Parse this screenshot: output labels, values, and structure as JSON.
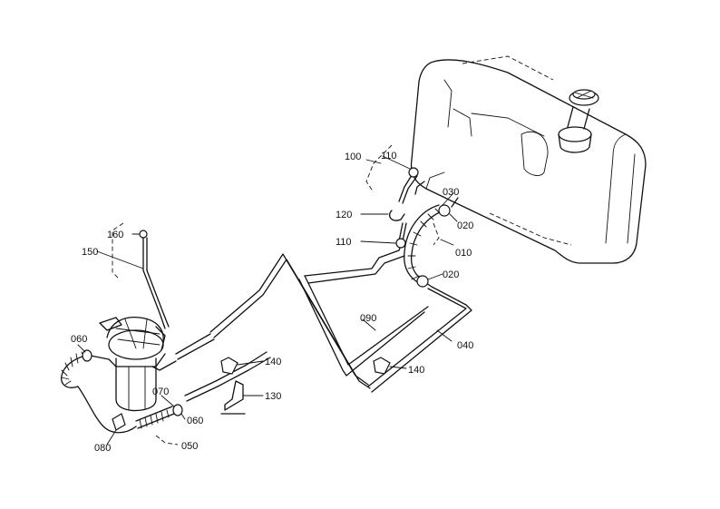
{
  "callouts": {
    "c010": "010",
    "c020a": "020",
    "c020b": "020",
    "c030": "030",
    "c040": "040",
    "c050": "050",
    "c060a": "060",
    "c060b": "060",
    "c070": "070",
    "c080": "080",
    "c090": "090",
    "c100": "100",
    "c110a": "110",
    "c110b": "110",
    "c120": "120",
    "c130": "130",
    "c140a": "140",
    "c140b": "140",
    "c150": "150",
    "c160": "160"
  }
}
